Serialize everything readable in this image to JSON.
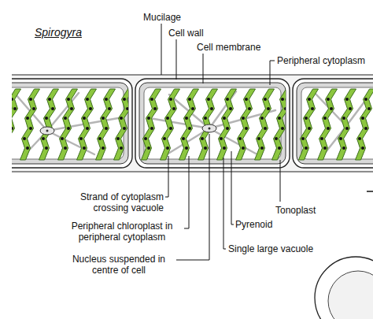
{
  "diagram": {
    "title": "Spirogyra",
    "labels": [
      "Mucilage",
      "Cell wall",
      "Cell membrane",
      "Peripheral cytoplasm",
      "Strand of cytoplasm crossing vacuole",
      "Tonoplast",
      "Pyrenoid",
      "Peripheral chloroplast in peripheral cytoplasm",
      "Single large vacuole",
      "Nucleus suspended in centre of cell"
    ]
  }
}
